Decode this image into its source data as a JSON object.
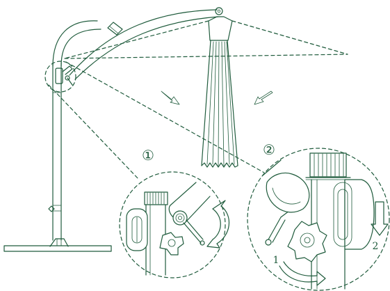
{
  "colors": {
    "ink": "#1f5b3c",
    "background": "#ffffff"
  },
  "steps": {
    "detail_1": "①",
    "detail_2": "②",
    "arrow_1": "1",
    "arrow_2": "2"
  },
  "icons": [
    "umbrella-pole",
    "umbrella-arm",
    "closed-canopy",
    "crank-handle",
    "knob",
    "rotation-arrow",
    "down-arrow"
  ]
}
